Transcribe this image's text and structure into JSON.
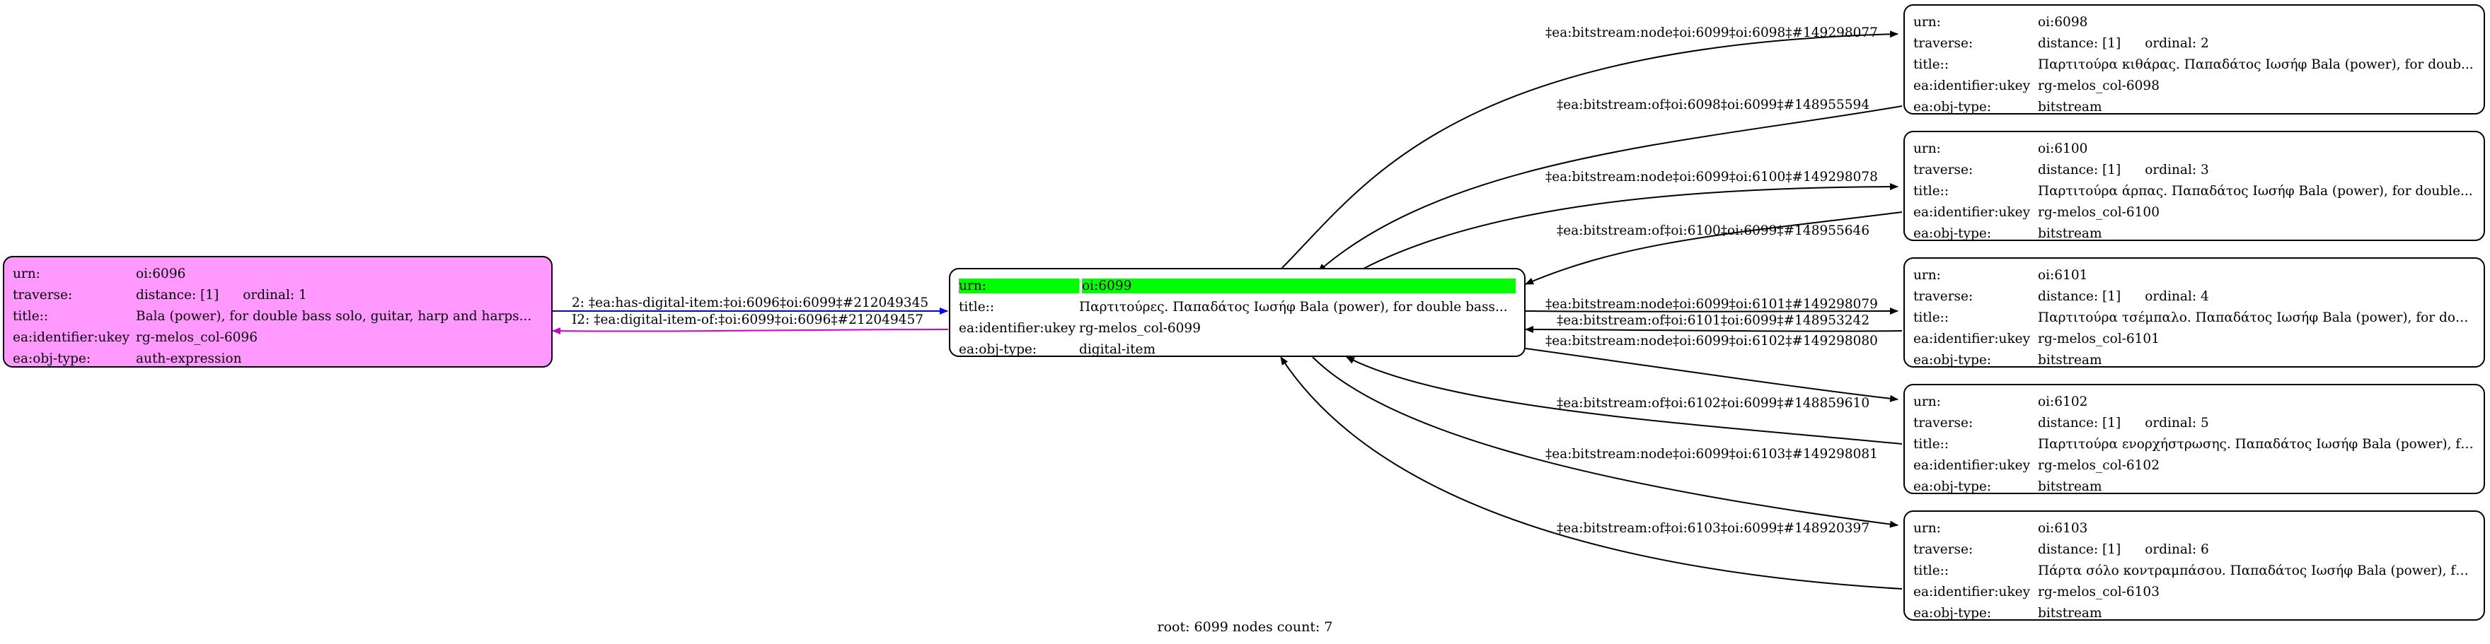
{
  "nodes": {
    "n6096": {
      "urn_k": "urn:",
      "urn_v": "oi:6096",
      "trav_k": "traverse:",
      "dist": "distance: [1]",
      "ord": "ordinal: 1",
      "title_k": "title::",
      "title_v": "Bala (power), for double bass solo, guitar, harp and harps...",
      "ukey_k": "ea:identifier:ukey",
      "ukey_v": "rg-melos_col-6096",
      "type_k": "ea:obj-type:",
      "type_v": "auth-expression"
    },
    "n6099": {
      "urn_k": "urn:",
      "urn_v": "oi:6099",
      "title_k": "title::",
      "title_v": "Παρτιτούρες. Παπαδάτος Ιωσήφ Bala (power), for double bass...",
      "ukey_k": "ea:identifier:ukey",
      "ukey_v": "rg-melos_col-6099",
      "type_k": "ea:obj-type:",
      "type_v": "digital-item"
    },
    "n6098": {
      "urn_k": "urn:",
      "urn_v": "oi:6098",
      "trav_k": "traverse:",
      "dist": "distance: [1]",
      "ord": "ordinal: 2",
      "title_k": "title::",
      "title_v": "Παρτιτούρα κιθάρας. Παπαδάτος Ιωσήφ Bala (power), for doub...",
      "ukey_k": "ea:identifier:ukey",
      "ukey_v": "rg-melos_col-6098",
      "type_k": "ea:obj-type:",
      "type_v": "bitstream"
    },
    "n6100": {
      "urn_k": "urn:",
      "urn_v": "oi:6100",
      "trav_k": "traverse:",
      "dist": "distance: [1]",
      "ord": "ordinal: 3",
      "title_k": "title::",
      "title_v": "Παρτιτούρα άρπας. Παπαδάτος Ιωσήφ Bala (power), for double...",
      "ukey_k": "ea:identifier:ukey",
      "ukey_v": "rg-melos_col-6100",
      "type_k": "ea:obj-type:",
      "type_v": "bitstream"
    },
    "n6101": {
      "urn_k": "urn:",
      "urn_v": "oi:6101",
      "trav_k": "traverse:",
      "dist": "distance: [1]",
      "ord": "ordinal: 4",
      "title_k": "title::",
      "title_v": "Παρτιτούρα τσέμπαλο. Παπαδάτος Ιωσήφ Bala (power), for dou...",
      "ukey_k": "ea:identifier:ukey",
      "ukey_v": "rg-melos_col-6101",
      "type_k": "ea:obj-type:",
      "type_v": "bitstream"
    },
    "n6102": {
      "urn_k": "urn:",
      "urn_v": "oi:6102",
      "trav_k": "traverse:",
      "dist": "distance: [1]",
      "ord": "ordinal: 5",
      "title_k": "title::",
      "title_v": "Παρτιτούρα ενορχήστρωσης. Παπαδάτος Ιωσήφ Bala (power), fo...",
      "ukey_k": "ea:identifier:ukey",
      "ukey_v": "rg-melos_col-6102",
      "type_k": "ea:obj-type:",
      "type_v": "bitstream"
    },
    "n6103": {
      "urn_k": "urn:",
      "urn_v": "oi:6103",
      "trav_k": "traverse:",
      "dist": "distance: [1]",
      "ord": "ordinal: 6",
      "title_k": "title::",
      "title_v": "Πάρτα σόλο κοντραμπάσου. Παπαδάτος Ιωσήφ Bala (power), for...",
      "ukey_k": "ea:identifier:ukey",
      "ukey_v": "rg-melos_col-6103",
      "type_k": "ea:obj-type:",
      "type_v": "bitstream"
    }
  },
  "edges": {
    "has_item": "2: ‡ea:has-digital-item:‡oi:6096‡oi:6099‡#212049345",
    "item_of": "I2: ‡ea:digital-item-of:‡oi:6099‡oi:6096‡#212049457",
    "node_6098": "‡ea:bitstream:node‡oi:6099‡oi:6098‡#149298077",
    "of_6098": "‡ea:bitstream:of‡oi:6098‡oi:6099‡#148955594",
    "node_6100": "‡ea:bitstream:node‡oi:6099‡oi:6100‡#149298078",
    "of_6100": "‡ea:bitstream:of‡oi:6100‡oi:6099‡#148955646",
    "node_6101": "‡ea:bitstream:node‡oi:6099‡oi:6101‡#149298079",
    "of_6101": "‡ea:bitstream:of‡oi:6101‡oi:6099‡#148953242",
    "node_6102": "‡ea:bitstream:node‡oi:6099‡oi:6102‡#149298080",
    "of_6102": "‡ea:bitstream:of‡oi:6102‡oi:6099‡#148859610",
    "node_6103": "‡ea:bitstream:node‡oi:6099‡oi:6103‡#149298081",
    "of_6103": "‡ea:bitstream:of‡oi:6103‡oi:6099‡#148920397"
  },
  "colors": {
    "root_fill": "#ff99ff",
    "highlight": "#00ff00",
    "has_item_edge": "#0000ff",
    "item_of_edge": "#cc00cc",
    "edge": "#000000"
  },
  "footer": "root: 6099 nodes count: 7"
}
